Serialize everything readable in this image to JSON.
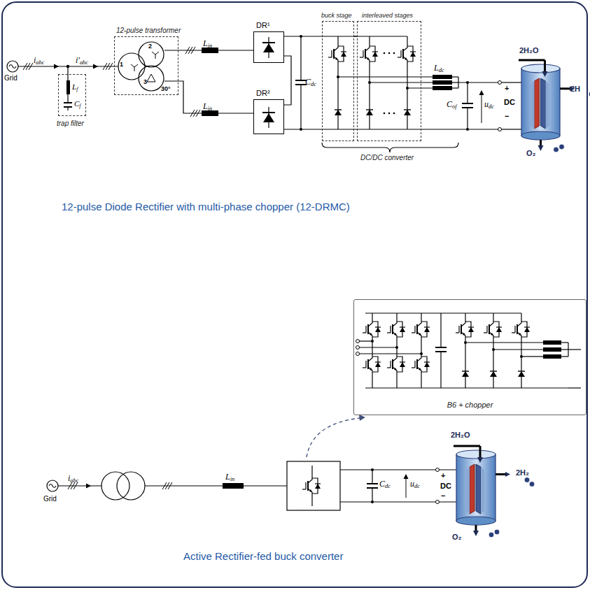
{
  "diagram": {
    "nodes": [
      {
        "text": [
          "trap filter"
        ]
      },
      {
        "text": [
          "12-pulse transformer"
        ]
      },
      {
        "text": [
          "DR¹"
        ]
      },
      {
        "text": [
          "DR²"
        ]
      },
      {
        "text": [
          "buck stage"
        ]
      },
      {
        "text": [
          "interleaved stages"
        ]
      },
      {
        "text": [
          "B6 + chopper"
        ]
      }
    ],
    "edges": [
      {
        "from": 2,
        "to": 3,
        "arrow": "none"
      },
      {
        "from": 2,
        "to": 4,
        "arrow": "none"
      },
      {
        "from": 3,
        "to": 4,
        "arrow": "none"
      },
      {
        "from": 4,
        "to": 5,
        "arrow": "none"
      }
    ],
    "labels": [
      "Grid",
      "iabc",
      "i'abc",
      "Lf",
      "Cf",
      "1",
      "2",
      "3",
      "30°",
      "Lin",
      "Lin",
      "Cdc",
      "Ldc",
      "Cof",
      "udc",
      "+",
      "DC",
      "−",
      "2H₂O",
      "2H",
      "O₂",
      "DC/DC converter",
      "12-pulse Diode Rectifier with multi-phase chopper (12-DRMC)",
      "Grid",
      "iabc",
      "Lin",
      "Cdc",
      "udc",
      "+",
      "DC",
      "−",
      "2H₂O",
      "2H₂",
      "O₂",
      "Active Rectifier-fed buck converter"
    ]
  }
}
